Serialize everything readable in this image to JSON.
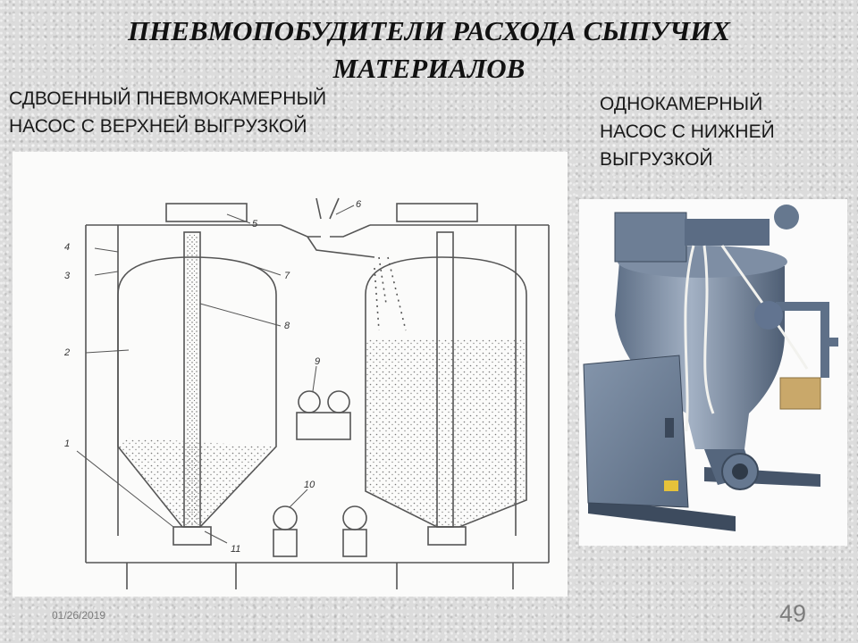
{
  "slide": {
    "title": "ПНЕВМОПОБУДИТЕЛИ РАСХОДА СЫПУЧИХ МАТЕРИАЛОВ",
    "caption_left": "СДВОЕННЫЙ ПНЕВМОКАМЕРНЫЙ НАСОС С ВЕРХНЕЙ ВЫГРУЗКОЙ",
    "caption_right": "ОДНОКАМЕРНЫЙ НАСОС С НИЖНЕЙ ВЫГРУЗКОЙ",
    "date": "01/26/2019",
    "page_number": "49"
  },
  "diagram": {
    "callouts": [
      "1",
      "2",
      "3",
      "4",
      "5",
      "6",
      "7",
      "8",
      "9",
      "10",
      "11"
    ]
  }
}
